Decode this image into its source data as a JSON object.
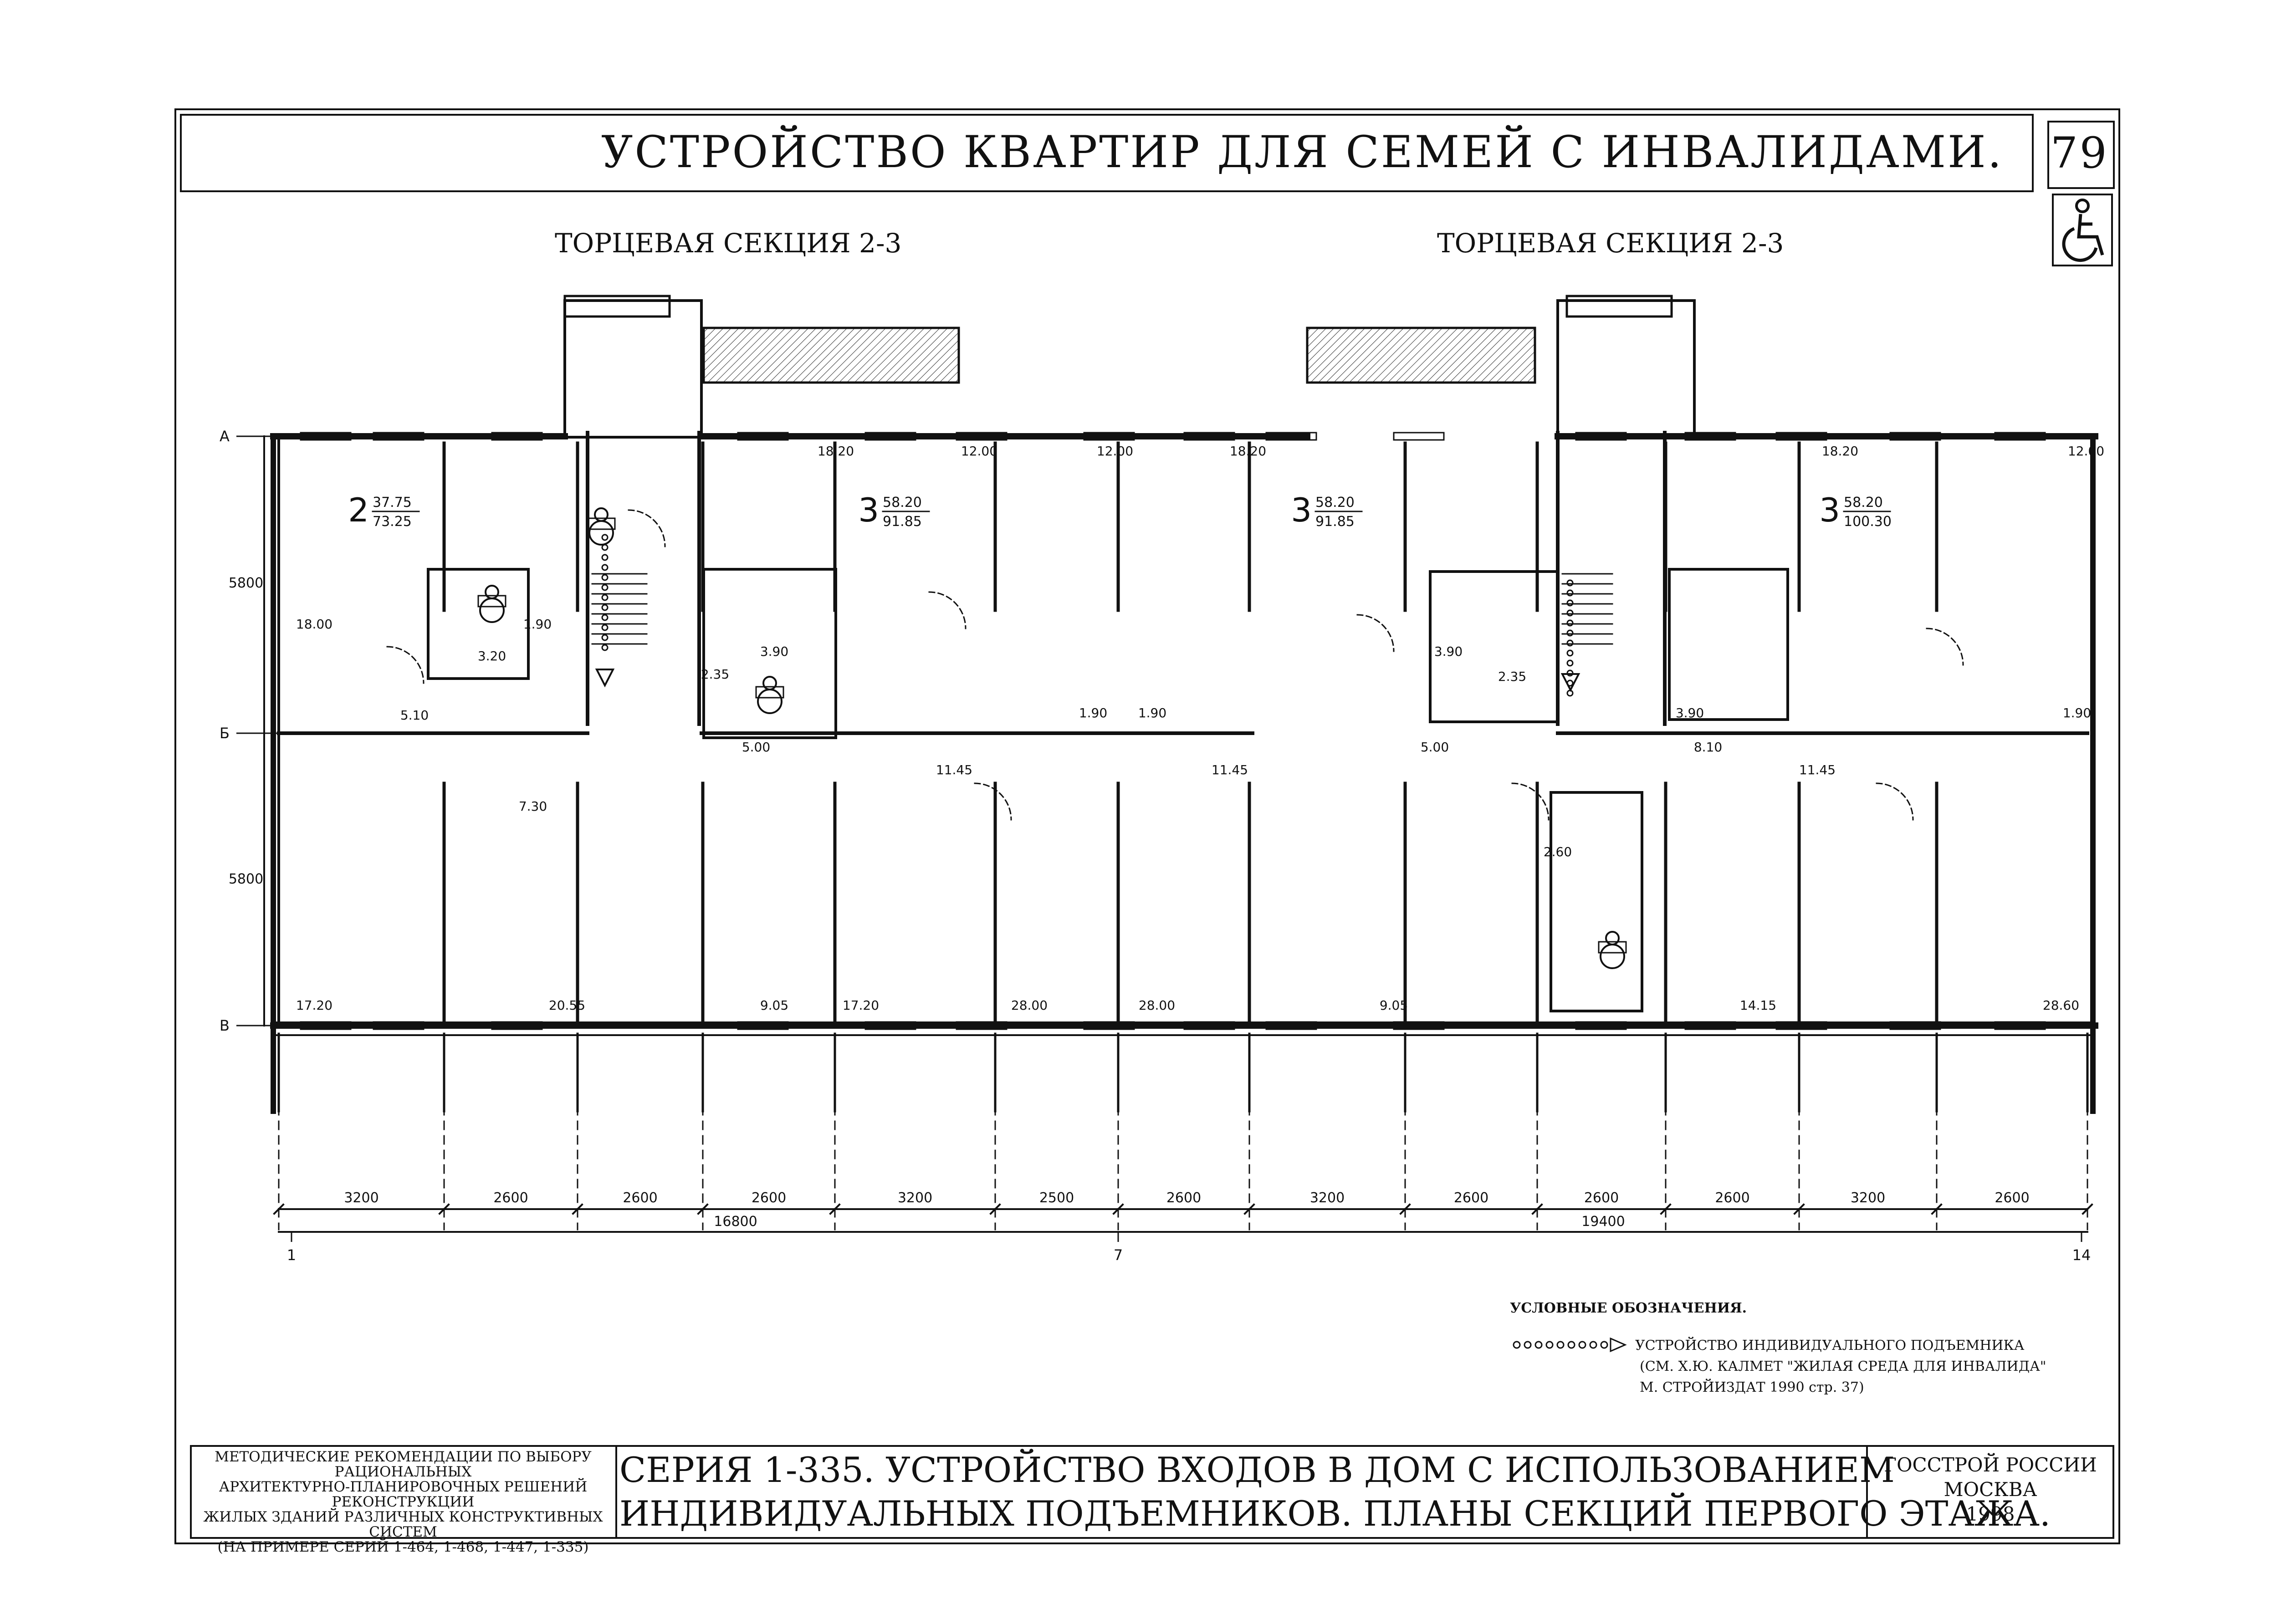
{
  "sheet": {
    "title": "УСТРОЙСТВО КВАРТИР ДЛЯ СЕМЕЙ С ИНВАЛИДАМИ.",
    "page_number": "79",
    "section_titles": [
      "ТОРЦЕВАЯ СЕКЦИЯ 2-3",
      "ТОРЦЕВАЯ СЕКЦИЯ 2-3"
    ]
  },
  "plan": {
    "row_axes": [
      "А",
      "Б",
      "В"
    ],
    "col_axes": [
      "1",
      "7",
      "14"
    ],
    "height_dims": [
      "5800",
      "5800"
    ],
    "bottom_dims": [
      "3200",
      "2600",
      "2600",
      "2600",
      "3200",
      "2500",
      "2600",
      "3200",
      "2600",
      "2600",
      "2600",
      "3200",
      "2600"
    ],
    "total_dims": [
      "16800",
      "19400"
    ],
    "apartments": [
      {
        "count": "2",
        "living": "37.75",
        "total": "73.25"
      },
      {
        "count": "3",
        "living": "58.20",
        "total": "91.85"
      },
      {
        "count": "3",
        "living": "58.20",
        "total": "91.85"
      },
      {
        "count": "3",
        "living": "58.20",
        "total": "100.30"
      }
    ],
    "room_areas": [
      "18.20",
      "12.00",
      "12.00",
      "18.20",
      "18.20",
      "12.00",
      "18.00",
      "1.90",
      "3.20",
      "5.10",
      "2.35",
      "3.90",
      "5.00",
      "1.90",
      "1.90",
      "3.90",
      "2.35",
      "5.00",
      "3.90",
      "8.10",
      "1.90",
      "11.45",
      "11.45",
      "11.45",
      "7.30",
      "2.60",
      "17.20",
      "20.55",
      "9.05",
      "17.20",
      "28.00",
      "28.00",
      "9.05",
      "14.15",
      "28.60"
    ]
  },
  "legend": {
    "heading": "УСЛОВНЫЕ ОБОЗНАЧЕНИЯ.",
    "lines": [
      "УСТРОЙСТВО ИНДИВИДУАЛЬНОГО ПОДЪЕМНИКА",
      "(СМ. Х.Ю. КАЛМЕТ \"ЖИЛАЯ СРЕДА ДЛЯ ИНВАЛИДА\"",
      "М. СТРОЙИЗДАТ 1990 стр. 37)"
    ]
  },
  "stamp": {
    "left_lines": [
      "МЕТОДИЧЕСКИЕ РЕКОМЕНДАЦИИ ПО ВЫБОРУ РАЦИОНАЛЬНЫХ",
      "АРХИТЕКТУРНО-ПЛАНИРОВОЧНЫХ РЕШЕНИЙ РЕКОНСТРУКЦИИ",
      "ЖИЛЫХ ЗДАНИЙ РАЗЛИЧНЫХ КОНСТРУКТИВНЫХ СИСТЕМ",
      "(НА ПРИМЕРЕ СЕРИЙ 1-464, 1-468, 1-447, 1-335)"
    ],
    "center_lines": [
      "СЕРИЯ 1-335. УСТРОЙСТВО ВХОДОВ В ДОМ С ИСПОЛЬЗОВАНИЕМ",
      "ИНДИВИДУАЛЬНЫХ ПОДЪЕМНИКОВ. ПЛАНЫ СЕКЦИЙ ПЕРВОГО ЭТАЖА."
    ],
    "right_lines": [
      "ГОССТРОЙ РОССИИ",
      "МОСКВА",
      "1998"
    ]
  },
  "icons": {
    "accessibility": "wheelchair-icon",
    "lift": "wheelchair-lift-icon"
  }
}
